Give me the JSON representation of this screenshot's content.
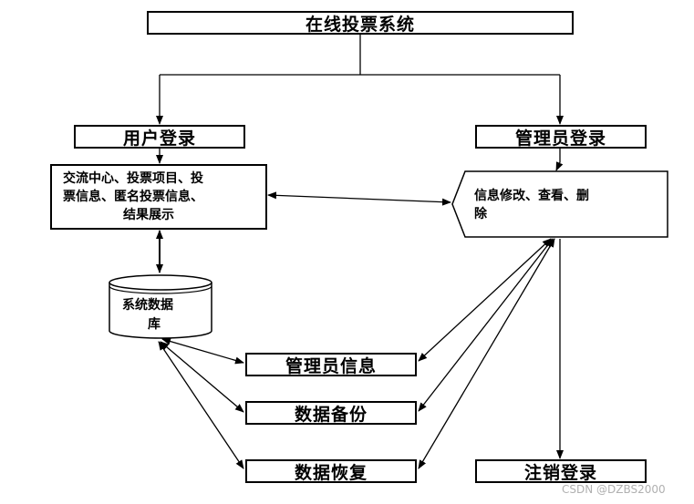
{
  "diagram": {
    "title": "在线投票系统",
    "user_login": "用户登录",
    "admin_login": "管理员登录",
    "user_features_lines": [
      "交流中心、投票项目、投",
      "票信息、匿名投票信息、",
      "结果展示"
    ],
    "admin_ops_lines": [
      "信息修改、查看、删",
      "除"
    ],
    "database_lines": [
      "系统数据",
      "库"
    ],
    "admin_info": "管理员信息",
    "data_backup": "数据备份",
    "data_restore": "数据恢复",
    "logout": "注销登录"
  },
  "watermark": "CSDN @DZBS2000"
}
